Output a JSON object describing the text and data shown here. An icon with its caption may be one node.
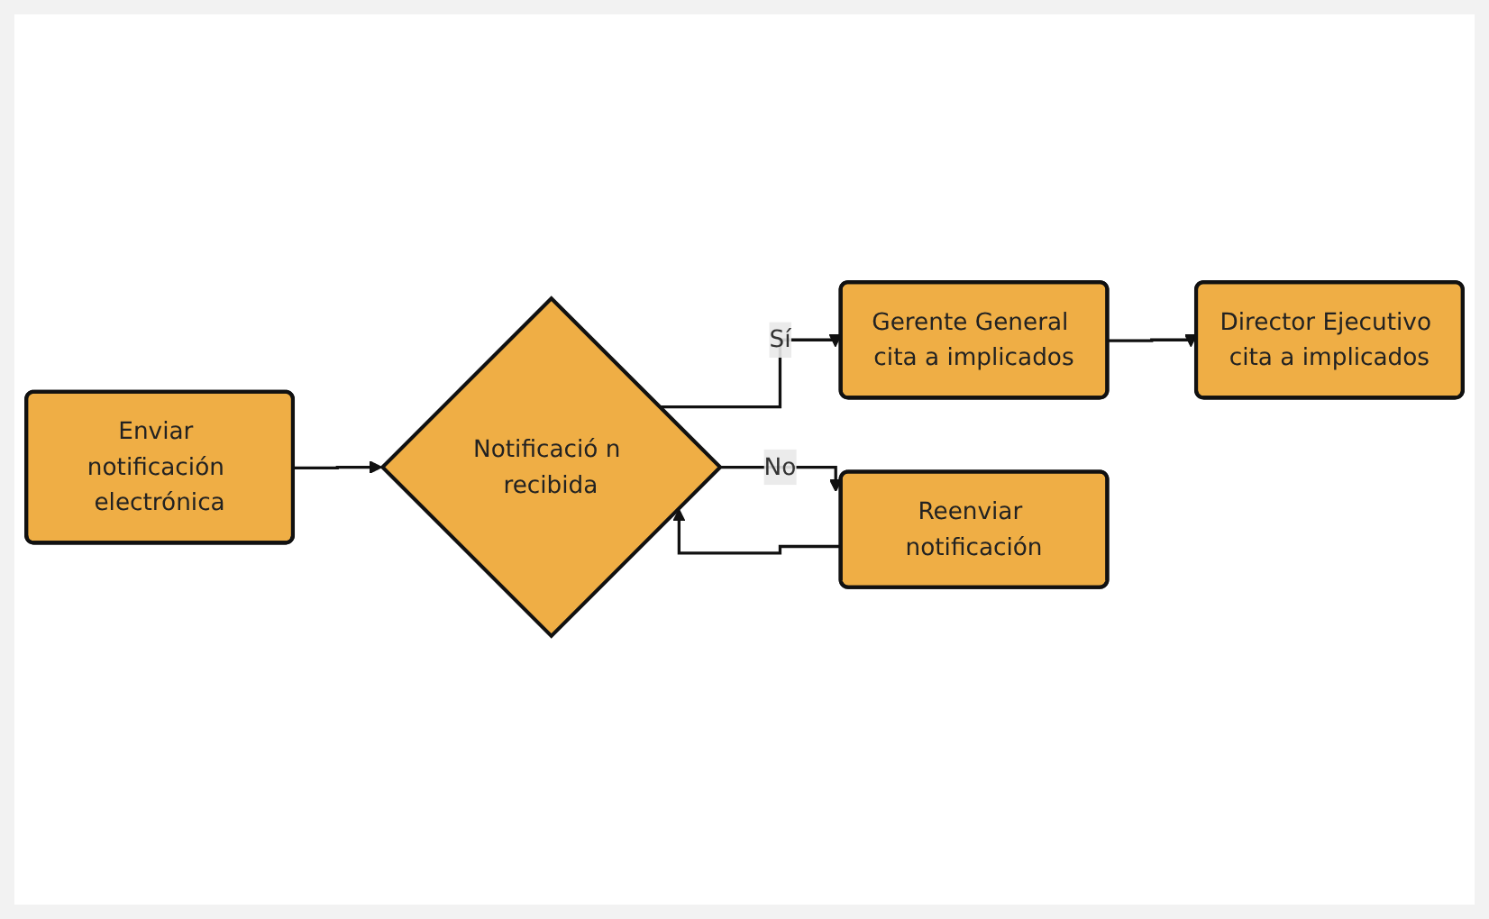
{
  "diagram": {
    "nodes": [
      {
        "text": [
          "Enviar notificación electrónica"
        ]
      },
      {
        "text": [
          "Notificació n recibida"
        ]
      },
      {
        "text": [
          "Gerente General cita a implicados"
        ]
      },
      {
        "text": [
          "Director Ejecutivo cita a implicados"
        ]
      },
      {
        "text": [
          "Reenviar notificación"
        ]
      }
    ],
    "edges": [
      {
        "from": 0,
        "to": 1,
        "arrow": "to"
      },
      {
        "from": 1,
        "to": 2,
        "label": "Sí",
        "arrow": "to"
      },
      {
        "from": 1,
        "to": 4,
        "label": "No",
        "arrow": "to"
      },
      {
        "from": 4,
        "to": 1,
        "arrow": "to"
      },
      {
        "from": 2,
        "to": 3,
        "arrow": "to"
      }
    ]
  }
}
